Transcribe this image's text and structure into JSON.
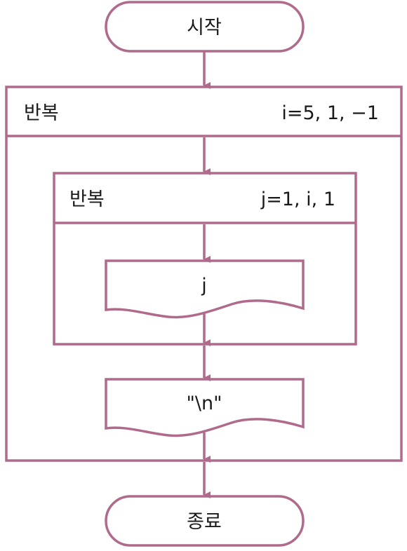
{
  "colors": {
    "stroke": "#b06a8c",
    "text": "#1a1a1a",
    "background": "#ffffff"
  },
  "flowchart": {
    "start": {
      "label": "시작"
    },
    "outer_loop": {
      "label": "반복",
      "condition": "i=5, 1, −1"
    },
    "inner_loop": {
      "label": "반복",
      "condition": "j=1, i, 1"
    },
    "output_inner": {
      "label": "j"
    },
    "output_newline": {
      "label": "\"\\n\""
    },
    "end": {
      "label": "종료"
    }
  }
}
